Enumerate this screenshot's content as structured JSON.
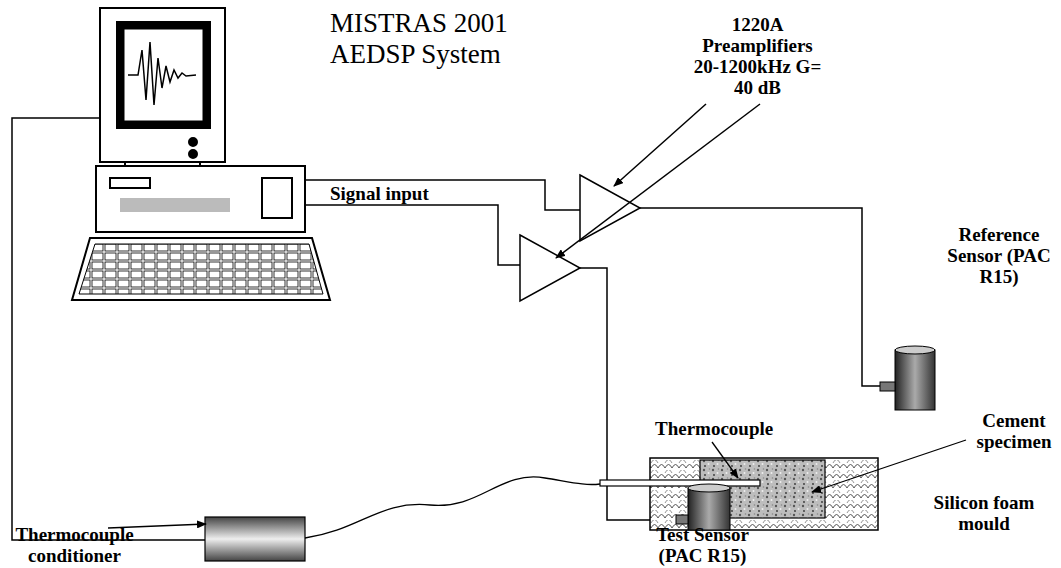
{
  "diagram": {
    "title": "MISTRAS 2001 AEDSP System",
    "labels": [
      "1220A Preamplifiers 20-1200kHz G= 40 dB",
      "Signal input",
      "Reference Sensor (PAC R15)",
      "Thermocouple",
      "Cement specimen",
      "Test Sensor (PAC R15)",
      "Silicon foam mould",
      "Thermocouple conditioner"
    ]
  }
}
